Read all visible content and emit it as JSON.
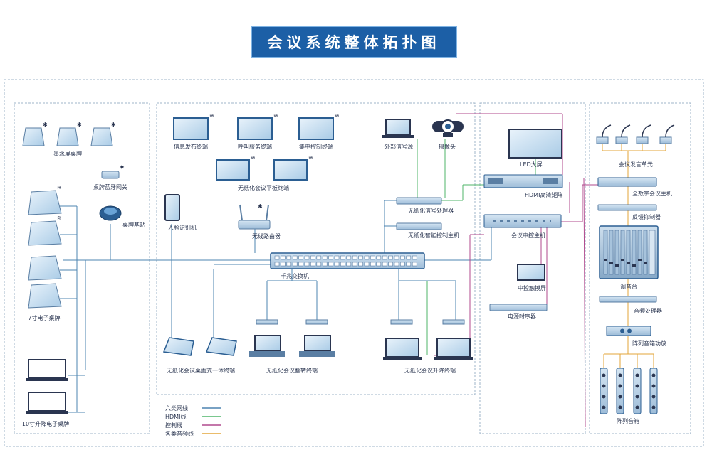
{
  "title": "会议系统整体拓扑图",
  "devices": {
    "ink_screen_nameplate": "墨水屏桌牌",
    "nameplate_bt_gateway": "桌牌蓝牙网关",
    "nameplate_base_station": "桌牌基站",
    "e_nameplate_7in": "7寸电子桌牌",
    "e_nameplate_10in_lift": "10寸升降电子桌牌",
    "info_release_terminal": "信息发布终端",
    "call_service_terminal": "呼叫服务终端",
    "central_control_terminal": "集中控制终端",
    "paperless_tablet_terminal": "无纸化会议平板终端",
    "face_recognition": "人脸识别机",
    "wireless_router": "无线路由器",
    "gigabit_switch": "千兆交换机",
    "external_signal_source": "外部信号源",
    "camera": "摄像头",
    "paperless_signal_processor": "无纸化信号处理器",
    "paperless_smart_control_host": "无纸化智能控制主机",
    "desktop_all_in_one_terminal": "无纸化会议桌面式一体终端",
    "flip_terminal": "无纸化会议翻转终端",
    "lift_terminal": "无纸化会议升降终端",
    "led_screen": "LED大屏",
    "hdmi_matrix": "HDMI高清矩阵",
    "conference_control_host": "会议中控主机",
    "control_touch_screen": "中控触摸屏",
    "power_sequencer": "电源时序器",
    "conference_speaking_unit": "会议发言单元",
    "digital_conference_host": "全数字会议主机",
    "feedback_suppressor": "反馈抑制器",
    "mixer": "调音台",
    "audio_processor": "音频处理器",
    "array_speaker_amplifier": "阵列音箱功放",
    "array_speaker": "阵列音箱"
  },
  "legend": [
    {
      "label": "六类网线",
      "color": "#4d84b0"
    },
    {
      "label": "HDMI线",
      "color": "#4fb56a"
    },
    {
      "label": "控制线",
      "color": "#b14a8e"
    },
    {
      "label": "各类音频线",
      "color": "#e3a53a"
    }
  ]
}
